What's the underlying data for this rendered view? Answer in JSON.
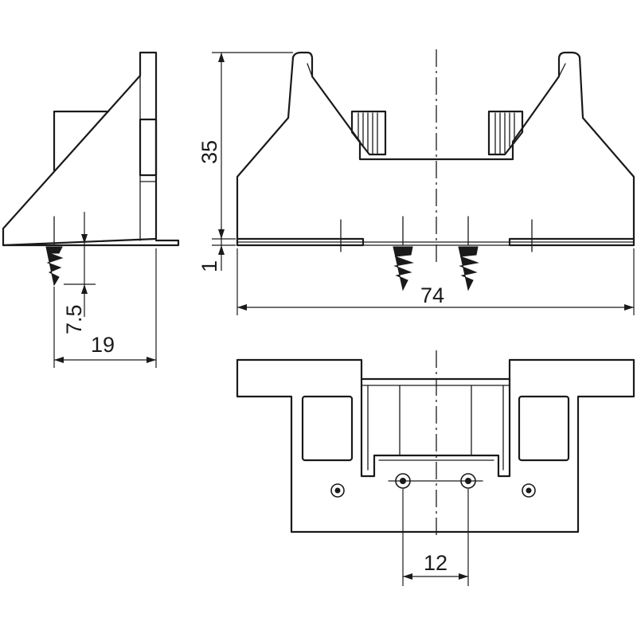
{
  "dimensions": {
    "height_total": "35",
    "plate_thickness": "1",
    "screw_length": "7.5",
    "side_depth": "19",
    "overall_width": "74",
    "hole_spacing": "12"
  }
}
